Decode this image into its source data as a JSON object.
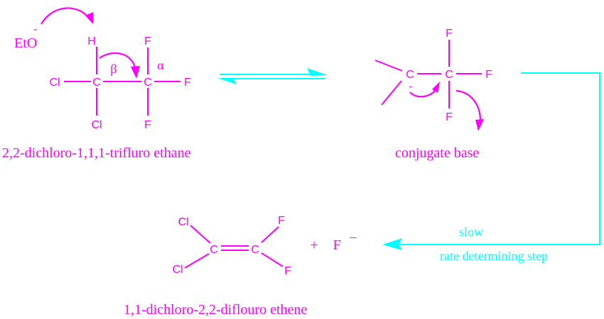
{
  "colors": {
    "structure": "#FF00FF",
    "arrows": "#00FFFF",
    "background": "#FFFFFF"
  },
  "reactant": {
    "base_label": "EtO",
    "base_charge": "-",
    "atoms": {
      "h": "H",
      "c_beta": "C",
      "c_alpha": "C",
      "cl_left": "Cl",
      "cl_bottom": "Cl",
      "f_top": "F",
      "f_right": "F",
      "f_bottom": "F"
    },
    "beta_label": "β",
    "alpha_label": "α",
    "name": "2,2-dichloro-1,1,1-trifluro ethane"
  },
  "equilibrium": {
    "type": "reversible-arrows"
  },
  "intermediate": {
    "atoms": {
      "c_carbanion": "C",
      "c_cf3": "C",
      "f_top": "F",
      "f_right": "F",
      "f_bottom": "F"
    },
    "charge": "-",
    "name": "conjugate base"
  },
  "step": {
    "label_top": "slow",
    "label_bottom": "rate determining step"
  },
  "product": {
    "atoms": {
      "cl_top": "Cl",
      "cl_bottom": "Cl",
      "c_left": "C",
      "c_right": "C",
      "f_top": "F",
      "f_bottom": "F"
    },
    "plus": "+",
    "fluoride": "F",
    "fluoride_charge": "−",
    "name": "1,1-dichloro-2,2-diflouro ethene"
  }
}
